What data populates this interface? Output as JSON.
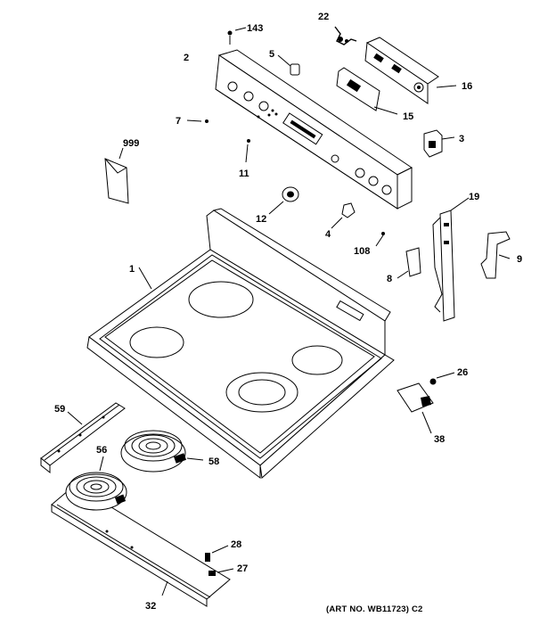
{
  "art_number": "(ART NO. WB11723) C2",
  "callouts": {
    "n143": "143",
    "n22": "22",
    "n2": "2",
    "n5": "5",
    "n16": "16",
    "n15": "15",
    "n7": "7",
    "n3": "3",
    "n999": "999",
    "n11": "11",
    "n19": "19",
    "n12": "12",
    "n4": "4",
    "n108": "108",
    "n9": "9",
    "n1": "1",
    "n8": "8",
    "n26": "26",
    "n38": "38",
    "n59": "59",
    "n56": "56",
    "n58": "58",
    "n28": "28",
    "n27": "27",
    "n32": "32"
  }
}
